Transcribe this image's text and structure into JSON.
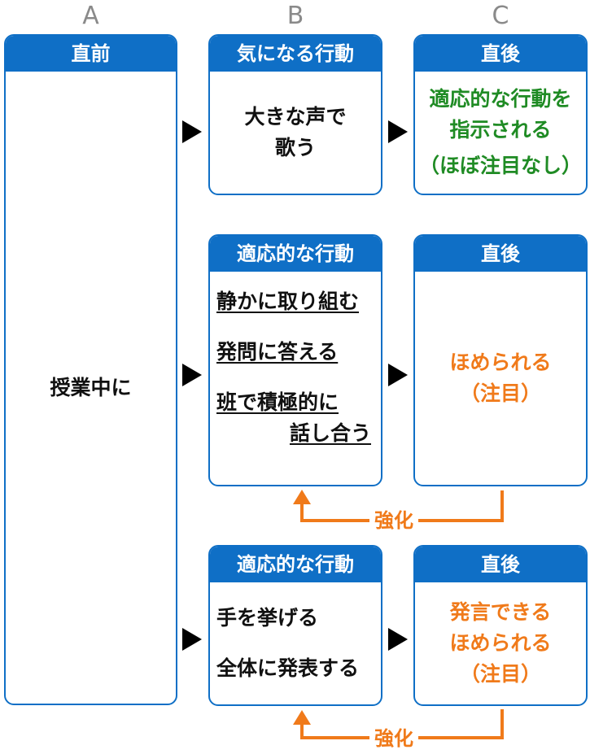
{
  "columns": {
    "a": "A",
    "b": "B",
    "c": "C"
  },
  "box_a": {
    "header": "直前",
    "body": "授業中に"
  },
  "row1": {
    "behavior": {
      "header": "気になる行動",
      "line1": "大きな声で",
      "line2": "歌う"
    },
    "consequence": {
      "header": "直後",
      "line1": "適応的な行動を",
      "line2": "指示される",
      "line3": "（ほぼ注目なし）"
    }
  },
  "row2": {
    "behavior": {
      "header": "適応的な行動",
      "item1": "静かに取り組む",
      "item2": "発問に答える",
      "item3a": "班で積極的に",
      "item3b": "話し合う"
    },
    "consequence": {
      "header": "直後",
      "line1": "ほめられる",
      "line2": "（注目）"
    },
    "feedback_label": "強化"
  },
  "row3": {
    "behavior": {
      "header": "適応的な行動",
      "item1": "手を挙げる",
      "item2": "全体に発表する"
    },
    "consequence": {
      "header": "直後",
      "line1": "発言できる",
      "line2": "ほめられる",
      "line3": "（注目）"
    },
    "feedback_label": "強化"
  },
  "colors": {
    "box_blue": "#0f6fc6",
    "green_text": "#1f8b24",
    "orange_text": "#f07a1a",
    "letter_gray": "#8a8a8a"
  },
  "icons": {
    "flow_arrow": "black-right-triangle",
    "feedback_arrow": "orange-up-arrow"
  }
}
